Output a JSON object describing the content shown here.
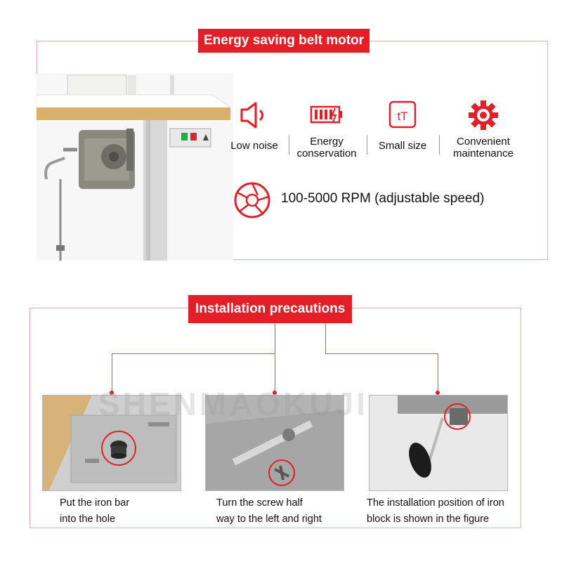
{
  "top": {
    "title": "Energy saving belt motor",
    "features": [
      {
        "icon": "speaker-icon",
        "label": "Low noise"
      },
      {
        "icon": "battery-icon",
        "label": "Energy conservation"
      },
      {
        "icon": "font-size-icon",
        "icon_text": "tT",
        "label": "Small size"
      },
      {
        "icon": "gear-icon",
        "label": "Convenient maintenance"
      }
    ],
    "rpm": {
      "icon": "aperture-icon",
      "label": "100-5000 RPM (adjustable speed)"
    }
  },
  "bottom": {
    "title": "Installation precautions",
    "watermark": "SHENMAOKUJI",
    "steps": [
      {
        "caption_line1": "Put the iron bar",
        "caption_line2": "into the hole"
      },
      {
        "caption_line1": "Turn the screw half",
        "caption_line2": "way to the left and right"
      },
      {
        "caption_line1": "The installation position of iron",
        "caption_line2": "block is shown in the figure"
      }
    ]
  },
  "colors": {
    "accent": "#e21f26",
    "frame": "#e7b0b0"
  }
}
